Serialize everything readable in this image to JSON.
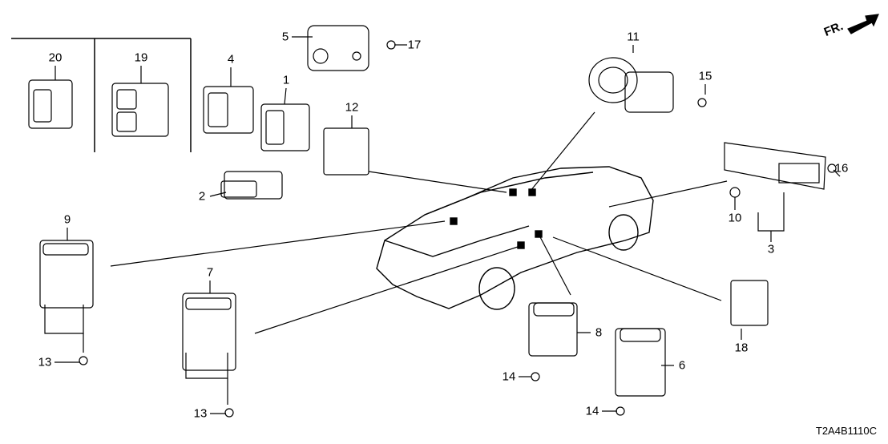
{
  "diagram": {
    "code": "T2A4B1110C",
    "direction_label": "FR.",
    "callouts": [
      {
        "id": "c20",
        "text": "20"
      },
      {
        "id": "c19",
        "text": "19"
      },
      {
        "id": "c4",
        "text": "4"
      },
      {
        "id": "c1",
        "text": "1"
      },
      {
        "id": "c5",
        "text": "5"
      },
      {
        "id": "c17",
        "text": "17"
      },
      {
        "id": "c12",
        "text": "12"
      },
      {
        "id": "c11",
        "text": "11"
      },
      {
        "id": "c15",
        "text": "15"
      },
      {
        "id": "c2",
        "text": "2"
      },
      {
        "id": "c9",
        "text": "9"
      },
      {
        "id": "c7",
        "text": "7"
      },
      {
        "id": "c13a",
        "text": "13"
      },
      {
        "id": "c13b",
        "text": "13"
      },
      {
        "id": "c8",
        "text": "8"
      },
      {
        "id": "c14a",
        "text": "14"
      },
      {
        "id": "c6",
        "text": "6"
      },
      {
        "id": "c14b",
        "text": "14"
      },
      {
        "id": "c18",
        "text": "18"
      },
      {
        "id": "c3",
        "text": "3"
      },
      {
        "id": "c10",
        "text": "10"
      },
      {
        "id": "c16",
        "text": "16"
      }
    ]
  }
}
